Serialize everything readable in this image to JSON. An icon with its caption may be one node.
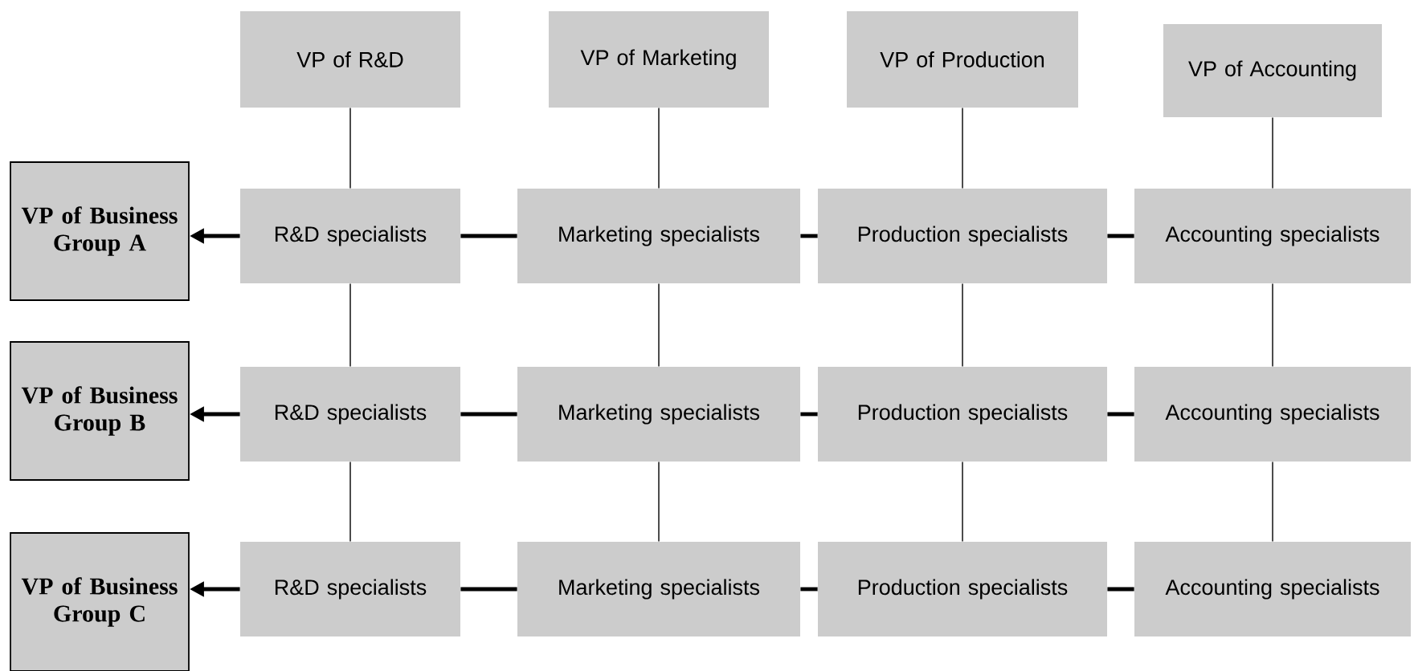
{
  "diagram": {
    "nodes": [
      {
        "text": [
          "VP of R&D"
        ]
      },
      {
        "text": [
          "VP of Marketing"
        ]
      },
      {
        "text": [
          "VP of Production"
        ]
      },
      {
        "text": [
          "VP of Accounting"
        ]
      },
      {
        "text": [
          "VP of Business Group A"
        ]
      },
      {
        "text": [
          "R&D specialists"
        ]
      },
      {
        "text": [
          "Marketing specialists"
        ]
      },
      {
        "text": [
          "Production specialists"
        ]
      },
      {
        "text": [
          "Accounting specialists"
        ]
      },
      {
        "text": [
          "VP of Business Group B"
        ]
      },
      {
        "text": [
          "R&D specialists"
        ]
      },
      {
        "text": [
          "Marketing specialists"
        ]
      },
      {
        "text": [
          "Production specialists"
        ]
      },
      {
        "text": [
          "Accounting specialists"
        ]
      },
      {
        "text": [
          "VP of Business Group C"
        ]
      },
      {
        "text": [
          "R&D specialists"
        ]
      },
      {
        "text": [
          "Marketing specialists"
        ]
      },
      {
        "text": [
          "Production specialists"
        ]
      },
      {
        "text": [
          "Accounting specialists"
        ]
      }
    ],
    "edges": [
      {
        "from": 0,
        "to": 5,
        "arrow": "none"
      },
      {
        "from": 1,
        "to": 6,
        "arrow": "none"
      },
      {
        "from": 2,
        "to": 7,
        "arrow": "none"
      },
      {
        "from": 3,
        "to": 8,
        "arrow": "none"
      },
      {
        "from": 5,
        "to": 4,
        "arrow": "to",
        "style": "thick"
      },
      {
        "from": 6,
        "to": 5,
        "arrow": "none",
        "style": "thick"
      },
      {
        "from": 7,
        "to": 6,
        "arrow": "none",
        "style": "thick"
      },
      {
        "from": 8,
        "to": 7,
        "arrow": "none",
        "style": "thick"
      },
      {
        "from": 5,
        "to": 10,
        "arrow": "none"
      },
      {
        "from": 6,
        "to": 11,
        "arrow": "none"
      },
      {
        "from": 7,
        "to": 12,
        "arrow": "none"
      },
      {
        "from": 8,
        "to": 13,
        "arrow": "none"
      },
      {
        "from": 10,
        "to": 9,
        "arrow": "to",
        "style": "thick"
      },
      {
        "from": 11,
        "to": 10,
        "arrow": "none",
        "style": "thick"
      },
      {
        "from": 12,
        "to": 11,
        "arrow": "none",
        "style": "thick"
      },
      {
        "from": 13,
        "to": 12,
        "arrow": "none",
        "style": "thick"
      },
      {
        "from": 10,
        "to": 15,
        "arrow": "none"
      },
      {
        "from": 11,
        "to": 16,
        "arrow": "none"
      },
      {
        "from": 12,
        "to": 17,
        "arrow": "none"
      },
      {
        "from": 13,
        "to": 18,
        "arrow": "none"
      },
      {
        "from": 15,
        "to": 14,
        "arrow": "to",
        "style": "thick"
      },
      {
        "from": 16,
        "to": 15,
        "arrow": "none",
        "style": "thick"
      },
      {
        "from": 17,
        "to": 16,
        "arrow": "none",
        "style": "thick"
      },
      {
        "from": 18,
        "to": 17,
        "arrow": "none",
        "style": "thick"
      }
    ]
  }
}
